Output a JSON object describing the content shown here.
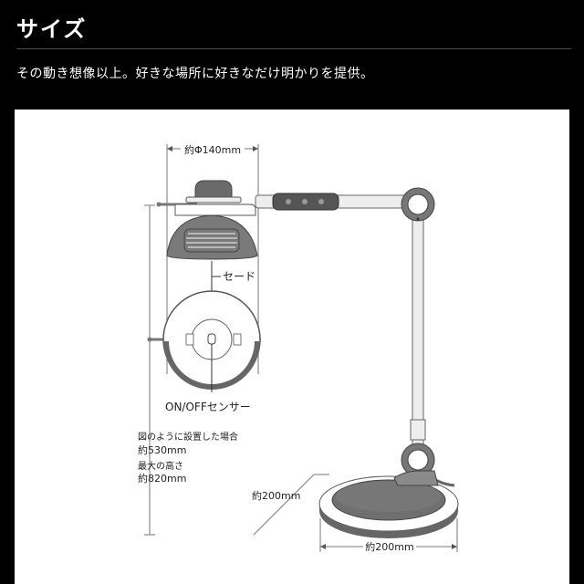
{
  "header": {
    "title": "サイズ",
    "subtitle": "その動き想像以上。好きな場所に好きなだけ明かりを提供。"
  },
  "diagram": {
    "shade_diameter": "約Φ140mm",
    "shade_label": "セード",
    "sensor_label": "ON/OFFセンサー",
    "installed_note": "図のように設置した場合",
    "installed_height": "約530mm",
    "max_note": "最大の高さ",
    "max_height": "約820mm",
    "base_depth": "約200mm",
    "base_width": "約200mm"
  }
}
